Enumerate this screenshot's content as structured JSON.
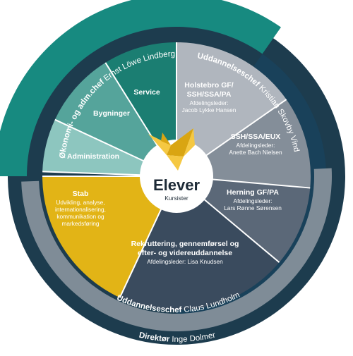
{
  "colors": {
    "outer_ring": "#1d3c4e",
    "economy_ring": "#178a80",
    "education_ring_right": "#19415a",
    "education_ring_bottom": "#7f8c97",
    "service": "#1b7e72",
    "buildings": "#55a49b",
    "administration": "#8dc6bf",
    "holstebro": "#b0b6be",
    "ssh_euX": "#848e99",
    "herning": "#5b6878",
    "recruitment": "#3a4b5e",
    "staff": "#e2b416",
    "center": "#ffffff",
    "bird_light": "#f5c842",
    "bird_dark": "#d9a512",
    "white": "#ffffff"
  },
  "center": {
    "title": "Elever",
    "subtitle": "Kursister",
    "logo_icon": "bird-logo-icon"
  },
  "rings": {
    "director": {
      "prefix": "Direktør",
      "name": "Inge Dolmer"
    },
    "economy": {
      "prefix": "Økonomi- og adm.chef",
      "name": "Ernst Löwe Lindberg"
    },
    "education_right": {
      "prefix": "Uddannelseschef",
      "name": "Kristian Skovby Vind"
    },
    "education_bottom": {
      "prefix": "Uddannelseschef",
      "name": "Claus Lundholm"
    }
  },
  "segments": {
    "service": {
      "title": "Service"
    },
    "buildings": {
      "title": "Bygninger"
    },
    "administration": {
      "title": "Administration"
    },
    "holstebro": {
      "title_line1": "Holstebro GF/",
      "title_line2": "SSH/SSA/PA",
      "leader_label": "Afdelingsleder:",
      "leader_name": "Jacob Lykke Hansen"
    },
    "ssh": {
      "title": "SSH/SSA/EUX",
      "leader_label": "Afdelingsleder:",
      "leader_name": "Anette Bach Nielsen"
    },
    "herning": {
      "title": "Herning GF/PA",
      "leader_label": "Afdelingsleder:",
      "leader_name": "Lars Rønne Sørensen"
    },
    "recruitment": {
      "title_line1": "Rekruttering, gennemførsel og",
      "title_line2": "efter- og videreuddannelse",
      "leader_line": "Afdelingsleder: Lisa Knudsen"
    },
    "staff": {
      "title": "Stab",
      "line1": "Udvikling, analyse,",
      "line2": "internationalisering,",
      "line3": "kommunikation og",
      "line4": "markedsføring"
    }
  }
}
